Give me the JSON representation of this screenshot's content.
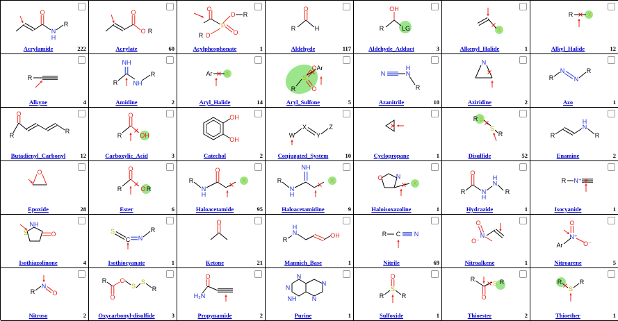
{
  "cells": [
    {
      "name": "Acrylamide",
      "count": "222",
      "motif": "acrylamide"
    },
    {
      "name": "Acrylate",
      "count": "60",
      "motif": "acrylate"
    },
    {
      "name": "Acylphosphonate",
      "count": "1",
      "motif": "acylphosphonate"
    },
    {
      "name": "Aldehyde",
      "count": "117",
      "motif": "aldehyde"
    },
    {
      "name": "Aldehyde_Adduct",
      "count": "3",
      "motif": "aldehyde_adduct"
    },
    {
      "name": "Alkenyl_Halide",
      "count": "1",
      "motif": "alkenyl_halide"
    },
    {
      "name": "Alkyl_Halide",
      "count": "12",
      "motif": "alkyl_halide"
    },
    {
      "name": "Alkyne",
      "count": "4",
      "motif": "alkyne"
    },
    {
      "name": "Amidine",
      "count": "2",
      "motif": "amidine"
    },
    {
      "name": "Aryl_Halide",
      "count": "14",
      "motif": "aryl_halide"
    },
    {
      "name": "Aryl_Sulfone",
      "count": "5",
      "motif": "aryl_sulfone"
    },
    {
      "name": "Azanitrile",
      "count": "10",
      "motif": "azanitrile"
    },
    {
      "name": "Aziridine",
      "count": "2",
      "motif": "aziridine"
    },
    {
      "name": "Azo",
      "count": "1",
      "motif": "azo"
    },
    {
      "name": "Butadienyl_Carbonyl",
      "count": "12",
      "motif": "butadienyl"
    },
    {
      "name": "Carboxylic_Acid",
      "count": "3",
      "motif": "carboxylic"
    },
    {
      "name": "Catechol",
      "count": "2",
      "motif": "catechol"
    },
    {
      "name": "Conjugated_System",
      "count": "10",
      "motif": "conjugated"
    },
    {
      "name": "Cyclopropane",
      "count": "1",
      "motif": "cyclopropane"
    },
    {
      "name": "Disulfide",
      "count": "52",
      "motif": "disulfide"
    },
    {
      "name": "Enamine",
      "count": "2",
      "motif": "enamine"
    },
    {
      "name": "Epoxide",
      "count": "28",
      "motif": "epoxide"
    },
    {
      "name": "Ester",
      "count": "6",
      "motif": "ester"
    },
    {
      "name": "Haloacetamide",
      "count": "95",
      "motif": "haloacetamide"
    },
    {
      "name": "Haloacetamidine",
      "count": "9",
      "motif": "haloacetamidine"
    },
    {
      "name": "Haloisoxazoline",
      "count": "1",
      "motif": "haloisoxazoline"
    },
    {
      "name": "Hydrazide",
      "count": "1",
      "motif": "hydrazide"
    },
    {
      "name": "Isocyanide",
      "count": "1",
      "motif": "isocyanide"
    },
    {
      "name": "Isothiazolinone",
      "count": "4",
      "motif": "isothiazolinone"
    },
    {
      "name": "Isothiocyanate",
      "count": "1",
      "motif": "isothiocyanate"
    },
    {
      "name": "Ketone",
      "count": "21",
      "motif": "ketone"
    },
    {
      "name": "Mannich_Base",
      "count": "1",
      "motif": "mannich"
    },
    {
      "name": "Nitrile",
      "count": "69",
      "motif": "nitrile"
    },
    {
      "name": "Nitroalkene",
      "count": "1",
      "motif": "nitroalkene"
    },
    {
      "name": "Nitroarene",
      "count": "5",
      "motif": "nitroarene"
    },
    {
      "name": "Nitroso",
      "count": "2",
      "motif": "nitroso"
    },
    {
      "name": "Oxycarbonyl-disulfide",
      "count": "3",
      "motif": "oxycarbonyl"
    },
    {
      "name": "Propynamide",
      "count": "2",
      "motif": "propynamide"
    },
    {
      "name": "Purine",
      "count": "1",
      "motif": "purine"
    },
    {
      "name": "Sulfoxide",
      "count": "1",
      "motif": "sulfoxide"
    },
    {
      "name": "Thioester",
      "count": "2",
      "motif": "thioester"
    },
    {
      "name": "Thioether",
      "count": "1",
      "motif": "thioether"
    }
  ],
  "atoms": {
    "R": "R",
    "O": "O",
    "N": "N",
    "H": "H",
    "NH": "NH",
    "OH": "OH",
    "P": "P",
    "S": "S",
    "X": "X",
    "LG": "LG",
    "Ar": "Ar",
    "W": "W",
    "Y": "Y",
    "Z": "Z",
    "C": "C",
    "NH2": "H₂N",
    "Nplus": "N⁺",
    "Ominus": "O⁻",
    "Oplus": "O"
  },
  "colors": {
    "red": "#e8241c",
    "blue": "#1f2fd6",
    "yellow": "#b8b800",
    "green_highlight": "#9be58a",
    "orange": "#e08a00"
  }
}
